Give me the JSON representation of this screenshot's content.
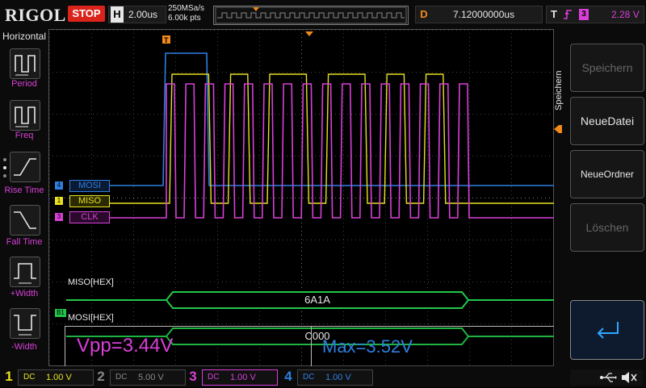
{
  "brand": "RIGOL",
  "run_state": "STOP",
  "horizontal": {
    "label": "H",
    "timebase": "2.00us",
    "sample_rate": "250MSa/s",
    "points": "6.00k pts"
  },
  "delay": {
    "label": "D",
    "value": "7.12000000us"
  },
  "trigger": {
    "label": "T",
    "edge_icon": "rising-edge-icon",
    "source": "3",
    "level": "2.28 V"
  },
  "left_menu": {
    "title": "Horizontal",
    "items": [
      {
        "label": "Period",
        "icon": "period-icon"
      },
      {
        "label": "Freq",
        "icon": "freq-icon"
      },
      {
        "label": "Rise Time",
        "icon": "rise-time-icon"
      },
      {
        "label": "Fall Time",
        "icon": "fall-time-icon"
      },
      {
        "label": "+Width",
        "icon": "pos-width-icon"
      },
      {
        "label": "-Width",
        "icon": "neg-width-icon"
      }
    ]
  },
  "right_menu": {
    "title": "Speichern",
    "buttons": [
      {
        "label": "Speichern",
        "enabled": false
      },
      {
        "label": "NeueDatei",
        "enabled": true
      },
      {
        "label": "NeueOrdner",
        "enabled": true
      },
      {
        "label": "Löschen",
        "enabled": false
      },
      {
        "label": "",
        "icon": "return-icon",
        "enabled": true
      }
    ]
  },
  "channels_traces": [
    {
      "num": "4",
      "name": "MOSI",
      "color": "#2e7fe0"
    },
    {
      "num": "1",
      "name": "MISO",
      "color": "#e8e020"
    },
    {
      "num": "3",
      "name": "CLK",
      "color": "#d840d8"
    }
  ],
  "decode": {
    "miso_label": "MISO[HEX]",
    "miso_value": "6A1A",
    "mosi_label": "MOSI[HEX]",
    "mosi_value": "C000",
    "bus_marker": "B1",
    "color": "#22c84a"
  },
  "measurements": {
    "vpp": "Vpp=3.44V",
    "max": "Max=3.52V"
  },
  "bottom_channels": [
    {
      "num": "1",
      "coupling": "DC",
      "scale": "1.00 V",
      "color": "#e8e020",
      "active": false
    },
    {
      "num": "2",
      "coupling": "DC",
      "scale": "5.00 V",
      "color": "#888888",
      "active": false
    },
    {
      "num": "3",
      "coupling": "DC",
      "scale": "1.00 V",
      "color": "#d840d8",
      "active": true
    },
    {
      "num": "4",
      "coupling": "DC",
      "scale": "1.00 V",
      "color": "#2e7fe0",
      "active": false
    }
  ],
  "status_icons": [
    "usb-icon",
    "mute-icon"
  ]
}
